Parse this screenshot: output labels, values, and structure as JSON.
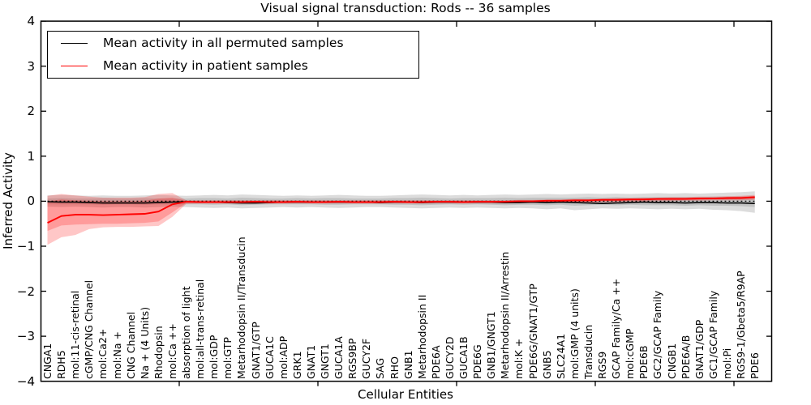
{
  "title": "Visual signal transduction: Rods -- 36 samples",
  "legend": {
    "position": "upper left",
    "entries": [
      {
        "label": "Mean activity in all permuted samples",
        "color": "#000000"
      },
      {
        "label": "Mean activity in patient samples",
        "color": "#ff0000"
      }
    ]
  },
  "axes": {
    "ylabel": "Inferred Activity",
    "xlabel": "Cellular Entities",
    "yticks": [
      4,
      3,
      2,
      1,
      0,
      -1,
      -2,
      -3,
      -4
    ],
    "ytick_labels": [
      "4",
      "3",
      "2",
      "1",
      "0",
      "−1",
      "−2",
      "−3",
      "−4"
    ],
    "xtick_positions": [
      10,
      20,
      30,
      40,
      50
    ],
    "ylim": [
      -4,
      4
    ]
  },
  "colors": {
    "frame": "#000000",
    "permuted_line": "#000000",
    "patient_line": "#ff0000",
    "permuted_band": "rgba(128,128,128,0.28)",
    "patient_band": "rgba(255,0,0,0.22)",
    "zero_line": "#000000"
  },
  "chart_data": {
    "type": "line",
    "title": "Visual signal transduction: Rods -- 36 samples",
    "xlabel": "Cellular Entities",
    "ylabel": "Inferred Activity",
    "ylim": [
      -4,
      4
    ],
    "grid": false,
    "legend_position": "upper left",
    "categories": [
      "CNGA1",
      "RDH5",
      "mol:11-cis-retinal",
      "cGMP/CNG Channel",
      "mol:Ca2+",
      "mol:Na +",
      "CNG Channel",
      "Na + (4 Units)",
      "Rhodopsin",
      "mol:Ca ++",
      "absorption of light",
      "mol:all-trans-retinal",
      "mol:GDP",
      "mol:GTP",
      "Metarhodopsin II/Transducin",
      "GNAT1/GTP",
      "GUCA1C",
      "mol:ADP",
      "GRK1",
      "GNAT1",
      "GNGT1",
      "GUCA1A",
      "RGS9BP",
      "GUCY2F",
      "SAG",
      "RHO",
      "GNB1",
      "Metarhodopsin II",
      "PDE6A",
      "GUCY2D",
      "GUCA1B",
      "PDE6G",
      "GNB1/GNGT1",
      "Metarhodopsin II/Arrestin",
      "mol:K +",
      "PDE6G/GNAT1/GTP",
      "GNB5",
      "SLC24A1",
      "mol:GMP (4 units)",
      "Transducin",
      "RGS9",
      "GCAP Family/Ca ++",
      "mol:cGMP",
      "PDE6B",
      "GC2/GCAP Family",
      "CNGB1",
      "PDE6A/B",
      "GNAT1/GDP",
      "GC1/GCAP Family",
      "mol:Pi",
      "RGS9-1/Gbeta5/R9AP",
      "PDE6"
    ],
    "series": [
      {
        "name": "Mean activity in all permuted samples",
        "color": "#000000",
        "width": 1.6,
        "values": [
          -0.01,
          -0.02,
          -0.02,
          -0.03,
          -0.04,
          -0.04,
          -0.04,
          -0.04,
          -0.03,
          -0.02,
          -0.01,
          -0.02,
          -0.02,
          -0.03,
          -0.04,
          -0.04,
          -0.03,
          -0.02,
          -0.02,
          -0.02,
          -0.02,
          -0.02,
          -0.02,
          -0.02,
          -0.03,
          -0.02,
          -0.02,
          -0.03,
          -0.02,
          -0.02,
          -0.02,
          -0.02,
          -0.02,
          -0.03,
          -0.03,
          -0.02,
          -0.03,
          -0.02,
          -0.03,
          -0.04,
          -0.05,
          -0.04,
          -0.03,
          -0.02,
          -0.03,
          -0.03,
          -0.04,
          -0.03,
          -0.03,
          -0.04,
          -0.04,
          -0.05
        ]
      },
      {
        "name": "Mean activity in patient samples",
        "color": "#ff0000",
        "width": 1.9,
        "values": [
          -0.48,
          -0.33,
          -0.3,
          -0.3,
          -0.31,
          -0.3,
          -0.29,
          -0.28,
          -0.23,
          -0.07,
          -0.01,
          -0.02,
          -0.02,
          -0.02,
          -0.02,
          -0.01,
          -0.02,
          -0.02,
          -0.01,
          -0.02,
          -0.02,
          -0.01,
          -0.02,
          -0.02,
          -0.02,
          -0.01,
          -0.02,
          -0.02,
          -0.01,
          -0.01,
          -0.02,
          -0.01,
          -0.01,
          -0.01,
          0.0,
          0.0,
          0.01,
          0.01,
          0.02,
          0.02,
          0.03,
          0.03,
          0.04,
          0.04,
          0.05,
          0.05,
          0.05,
          0.06,
          0.06,
          0.07,
          0.07,
          0.09
        ]
      }
    ],
    "bands": [
      {
        "name": "permuted-range-outer",
        "color": "rgba(128,128,128,0.28)",
        "upper": [
          0.13,
          0.14,
          0.13,
          0.12,
          0.13,
          0.12,
          0.12,
          0.13,
          0.14,
          0.13,
          0.12,
          0.13,
          0.14,
          0.13,
          0.15,
          0.14,
          0.13,
          0.12,
          0.13,
          0.12,
          0.13,
          0.14,
          0.13,
          0.12,
          0.12,
          0.13,
          0.14,
          0.15,
          0.14,
          0.13,
          0.14,
          0.13,
          0.14,
          0.15,
          0.14,
          0.15,
          0.16,
          0.15,
          0.16,
          0.17,
          0.16,
          0.17,
          0.16,
          0.17,
          0.18,
          0.17,
          0.18,
          0.17,
          0.18,
          0.19,
          0.2,
          0.22
        ],
        "lower": [
          -0.12,
          -0.13,
          -0.12,
          -0.13,
          -0.14,
          -0.13,
          -0.13,
          -0.14,
          -0.13,
          -0.12,
          -0.13,
          -0.14,
          -0.15,
          -0.14,
          -0.16,
          -0.15,
          -0.14,
          -0.13,
          -0.14,
          -0.13,
          -0.14,
          -0.15,
          -0.14,
          -0.13,
          -0.13,
          -0.14,
          -0.15,
          -0.16,
          -0.15,
          -0.14,
          -0.15,
          -0.14,
          -0.15,
          -0.16,
          -0.15,
          -0.16,
          -0.18,
          -0.16,
          -0.2,
          -0.18,
          -0.16,
          -0.17,
          -0.16,
          -0.17,
          -0.18,
          -0.17,
          -0.18,
          -0.17,
          -0.19,
          -0.2,
          -0.22,
          -0.26
        ]
      },
      {
        "name": "permuted-range-inner",
        "color": "rgba(128,128,128,0.28)",
        "upper": [
          0.06,
          0.07,
          0.06,
          0.06,
          0.07,
          0.06,
          0.06,
          0.07,
          0.06,
          0.06,
          0.06,
          0.07,
          0.07,
          0.06,
          0.08,
          0.07,
          0.06,
          0.06,
          0.07,
          0.06,
          0.07,
          0.07,
          0.06,
          0.06,
          0.06,
          0.07,
          0.07,
          0.08,
          0.07,
          0.06,
          0.07,
          0.07,
          0.07,
          0.08,
          0.07,
          0.08,
          0.08,
          0.08,
          0.08,
          0.09,
          0.08,
          0.09,
          0.08,
          0.09,
          0.09,
          0.09,
          0.09,
          0.09,
          0.1,
          0.1,
          0.1,
          0.11
        ],
        "lower": [
          -0.07,
          -0.07,
          -0.07,
          -0.07,
          -0.08,
          -0.07,
          -0.07,
          -0.08,
          -0.07,
          -0.07,
          -0.07,
          -0.07,
          -0.08,
          -0.07,
          -0.09,
          -0.08,
          -0.07,
          -0.07,
          -0.07,
          -0.07,
          -0.08,
          -0.08,
          -0.07,
          -0.07,
          -0.07,
          -0.08,
          -0.08,
          -0.09,
          -0.08,
          -0.07,
          -0.08,
          -0.07,
          -0.08,
          -0.09,
          -0.08,
          -0.08,
          -0.09,
          -0.08,
          -0.1,
          -0.09,
          -0.08,
          -0.09,
          -0.08,
          -0.09,
          -0.09,
          -0.09,
          -0.1,
          -0.09,
          -0.1,
          -0.1,
          -0.11,
          -0.13
        ]
      },
      {
        "name": "patient-range-outer",
        "color": "rgba(255,0,0,0.22)",
        "upper": [
          0.12,
          0.16,
          0.13,
          0.1,
          0.08,
          0.08,
          0.08,
          0.09,
          0.16,
          0.18,
          0.02,
          0.02,
          0.02,
          0.02,
          0.02,
          0.02,
          0.02,
          0.02,
          0.02,
          0.02,
          0.02,
          0.02,
          0.02,
          0.02,
          0.02,
          0.02,
          0.02,
          0.02,
          0.02,
          0.02,
          0.02,
          0.02,
          0.02,
          0.02,
          0.03,
          0.03,
          0.04,
          0.04,
          0.05,
          0.05,
          0.06,
          0.07,
          0.07,
          0.08,
          0.08,
          0.09,
          0.09,
          0.1,
          0.1,
          0.11,
          0.12,
          0.14
        ],
        "lower": [
          -0.97,
          -0.8,
          -0.75,
          -0.62,
          -0.58,
          -0.57,
          -0.57,
          -0.56,
          -0.55,
          -0.35,
          -0.06,
          -0.05,
          -0.05,
          -0.05,
          -0.05,
          -0.05,
          -0.05,
          -0.05,
          -0.05,
          -0.05,
          -0.05,
          -0.05,
          -0.05,
          -0.05,
          -0.05,
          -0.05,
          -0.05,
          -0.05,
          -0.05,
          -0.05,
          -0.05,
          -0.05,
          -0.05,
          -0.05,
          -0.04,
          -0.04,
          -0.04,
          -0.04,
          -0.03,
          -0.03,
          -0.02,
          -0.02,
          -0.01,
          -0.01,
          0.0,
          0.0,
          0.01,
          0.01,
          0.02,
          0.02,
          0.02,
          0.03
        ]
      },
      {
        "name": "patient-range-inner",
        "color": "rgba(255,0,0,0.22)",
        "upper": [
          0.0,
          0.04,
          0.02,
          0.01,
          0.0,
          0.0,
          0.0,
          0.01,
          0.06,
          0.08,
          0.01,
          0.0,
          0.0,
          0.0,
          0.0,
          0.0,
          0.0,
          0.0,
          0.0,
          0.0,
          0.0,
          0.0,
          0.0,
          0.0,
          0.0,
          0.0,
          0.0,
          0.0,
          0.0,
          0.0,
          0.0,
          0.0,
          0.0,
          0.0,
          0.01,
          0.01,
          0.02,
          0.02,
          0.03,
          0.03,
          0.04,
          0.05,
          0.05,
          0.06,
          0.06,
          0.07,
          0.07,
          0.08,
          0.08,
          0.09,
          0.1,
          0.12
        ],
        "lower": [
          -0.66,
          -0.54,
          -0.52,
          -0.51,
          -0.5,
          -0.5,
          -0.49,
          -0.48,
          -0.45,
          -0.25,
          -0.04,
          -0.03,
          -0.03,
          -0.03,
          -0.03,
          -0.03,
          -0.03,
          -0.03,
          -0.03,
          -0.03,
          -0.03,
          -0.03,
          -0.03,
          -0.03,
          -0.03,
          -0.03,
          -0.03,
          -0.03,
          -0.03,
          -0.03,
          -0.03,
          -0.03,
          -0.03,
          -0.03,
          -0.02,
          -0.02,
          -0.02,
          -0.02,
          -0.01,
          -0.01,
          0.0,
          0.0,
          0.01,
          0.01,
          0.02,
          0.02,
          0.03,
          0.03,
          0.04,
          0.04,
          0.05,
          0.06
        ]
      }
    ],
    "zero_line": 0
  }
}
